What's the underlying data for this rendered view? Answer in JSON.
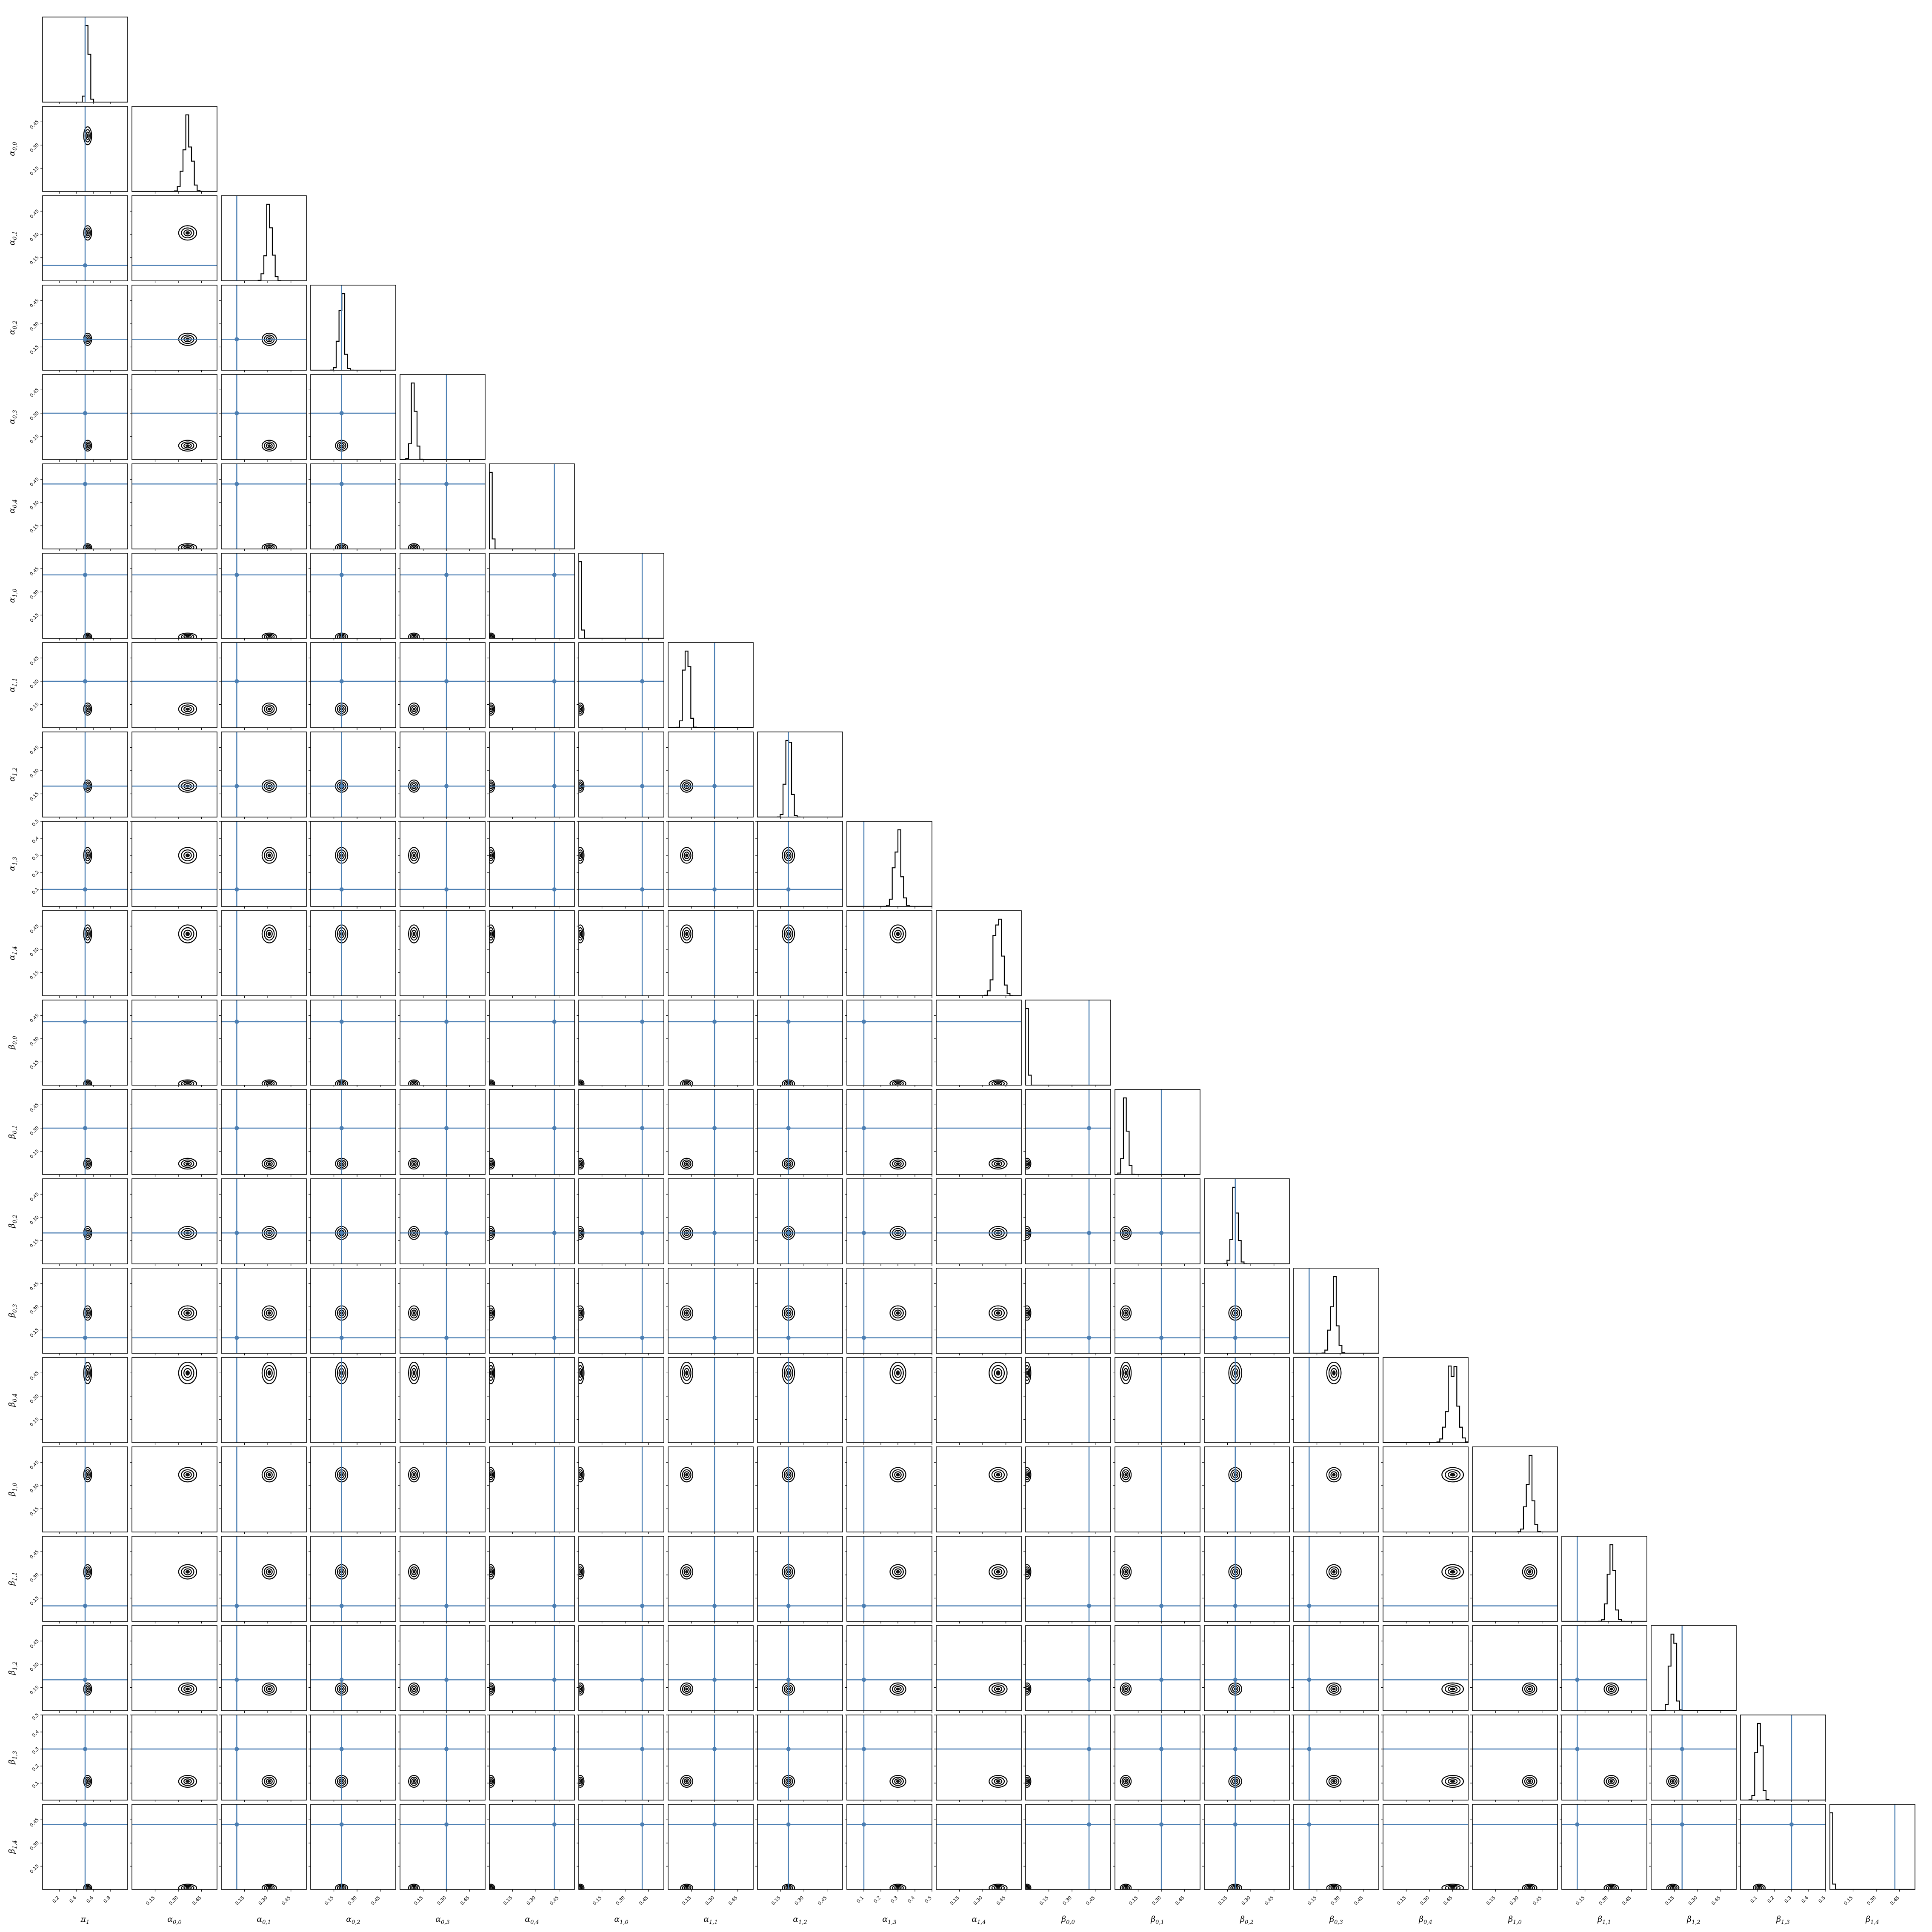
{
  "chart_data": {
    "type": "scatter",
    "layout": "corner-plot",
    "colors": {
      "truth": "#4c7fb3",
      "contours": "#000000",
      "histogram": "#000000"
    },
    "parameters": [
      {
        "label": "π1",
        "base": "π",
        "sub": "1",
        "range": [
          0,
          1.0
        ],
        "ticks": [
          0.2,
          0.4,
          0.6,
          0.8
        ],
        "tick_labels": [
          "0.2",
          "0.4",
          "0.6",
          "0.8"
        ],
        "truth": 0.5,
        "mean": 0.53,
        "sd": 0.02
      },
      {
        "label": "α0,0",
        "base": "α",
        "sub": "0,0",
        "range": [
          0,
          0.55
        ],
        "ticks": [
          0.15,
          0.3,
          0.45
        ],
        "tick_labels": [
          "0.15",
          "0.30",
          "0.45"
        ],
        "truth": null,
        "mean": 0.36,
        "sd": 0.025
      },
      {
        "label": "α0,1",
        "base": "α",
        "sub": "0,1",
        "range": [
          0,
          0.55
        ],
        "ticks": [
          0.15,
          0.3,
          0.45
        ],
        "tick_labels": [
          "0.15",
          "0.30",
          "0.45"
        ],
        "truth": 0.1,
        "mean": 0.31,
        "sd": 0.02
      },
      {
        "label": "α0,2",
        "base": "α",
        "sub": "0,2",
        "range": [
          0,
          0.55
        ],
        "ticks": [
          0.15,
          0.3,
          0.45
        ],
        "tick_labels": [
          "0.15",
          "0.30",
          "0.45"
        ],
        "truth": 0.2,
        "mean": 0.2,
        "sd": 0.017
      },
      {
        "label": "α0,3",
        "base": "α",
        "sub": "0,3",
        "range": [
          0,
          0.55
        ],
        "ticks": [
          0.15,
          0.3,
          0.45
        ],
        "tick_labels": [
          "0.15",
          "0.30",
          "0.45"
        ],
        "truth": 0.3,
        "mean": 0.09,
        "sd": 0.015
      },
      {
        "label": "α0,4",
        "base": "α",
        "sub": "0,4",
        "range": [
          0,
          0.55
        ],
        "ticks": [
          0.15,
          0.3,
          0.45
        ],
        "tick_labels": [
          "0.15",
          "0.30",
          "0.45"
        ],
        "truth": 0.42,
        "mean": 0.01,
        "sd": 0.008
      },
      {
        "label": "α1,0",
        "base": "α",
        "sub": "1,0",
        "range": [
          0,
          0.55
        ],
        "ticks": [
          0.15,
          0.3,
          0.45
        ],
        "tick_labels": [
          "0.15",
          "0.30",
          "0.45"
        ],
        "truth": 0.41,
        "mean": 0.01,
        "sd": 0.008
      },
      {
        "label": "α1,1",
        "base": "α",
        "sub": "1,1",
        "range": [
          0,
          0.55
        ],
        "ticks": [
          0.15,
          0.3,
          0.45
        ],
        "tick_labels": [
          "0.15",
          "0.30",
          "0.45"
        ],
        "truth": 0.3,
        "mean": 0.12,
        "sd": 0.017
      },
      {
        "label": "α1,2",
        "base": "α",
        "sub": "1,2",
        "range": [
          0,
          0.55
        ],
        "ticks": [
          0.15,
          0.3,
          0.45
        ],
        "tick_labels": [
          "0.15",
          "0.30",
          "0.45"
        ],
        "truth": 0.2,
        "mean": 0.2,
        "sd": 0.017
      },
      {
        "label": "α1,3",
        "base": "α",
        "sub": "1,3",
        "range": [
          0,
          0.5
        ],
        "ticks": [
          0.1,
          0.2,
          0.3,
          0.4,
          0.5
        ],
        "tick_labels": [
          "0.1",
          "0.2",
          "0.3",
          "0.4",
          "0.5"
        ],
        "truth": 0.1,
        "mean": 0.3,
        "sd": 0.02
      },
      {
        "label": "α1,4",
        "base": "α",
        "sub": "1,4",
        "range": [
          0,
          0.55
        ],
        "ticks": [
          0.15,
          0.3,
          0.45
        ],
        "tick_labels": [
          "0.15",
          "0.30",
          "0.45"
        ],
        "truth": null,
        "mean": 0.4,
        "sd": 0.025
      },
      {
        "label": "β0,0",
        "base": "β",
        "sub": "0,0",
        "range": [
          0,
          0.55
        ],
        "ticks": [
          0.15,
          0.3,
          0.45
        ],
        "tick_labels": [
          "0.15",
          "0.30",
          "0.45"
        ],
        "truth": 0.41,
        "mean": 0.01,
        "sd": 0.008
      },
      {
        "label": "β0,1",
        "base": "β",
        "sub": "0,1",
        "range": [
          0,
          0.55
        ],
        "ticks": [
          0.15,
          0.3,
          0.45
        ],
        "tick_labels": [
          "0.15",
          "0.30",
          "0.45"
        ],
        "truth": 0.3,
        "mean": 0.07,
        "sd": 0.015
      },
      {
        "label": "β0,2",
        "base": "β",
        "sub": "0,2",
        "range": [
          0,
          0.55
        ],
        "ticks": [
          0.15,
          0.3,
          0.45
        ],
        "tick_labels": [
          "0.15",
          "0.30",
          "0.45"
        ],
        "truth": 0.2,
        "mean": 0.2,
        "sd": 0.018
      },
      {
        "label": "β0,3",
        "base": "β",
        "sub": "0,3",
        "range": [
          0,
          0.55
        ],
        "ticks": [
          0.15,
          0.3,
          0.45
        ],
        "tick_labels": [
          "0.15",
          "0.30",
          "0.45"
        ],
        "truth": 0.1,
        "mean": 0.26,
        "sd": 0.02
      },
      {
        "label": "β0,4",
        "base": "β",
        "sub": "0,4",
        "range": [
          0,
          0.55
        ],
        "ticks": [
          0.15,
          0.3,
          0.45
        ],
        "tick_labels": [
          "0.15",
          "0.30",
          "0.45"
        ],
        "truth": null,
        "mean": 0.45,
        "sd": 0.03
      },
      {
        "label": "β1,0",
        "base": "β",
        "sub": "1,0",
        "range": [
          0,
          0.55
        ],
        "ticks": [
          0.15,
          0.3,
          0.45
        ],
        "tick_labels": [
          "0.15",
          "0.30",
          "0.45"
        ],
        "truth": null,
        "mean": 0.37,
        "sd": 0.02
      },
      {
        "label": "β1,1",
        "base": "β",
        "sub": "1,1",
        "range": [
          0,
          0.55
        ],
        "ticks": [
          0.15,
          0.3,
          0.45
        ],
        "tick_labels": [
          "0.15",
          "0.30",
          "0.45"
        ],
        "truth": 0.1,
        "mean": 0.32,
        "sd": 0.02
      },
      {
        "label": "β1,2",
        "base": "β",
        "sub": "1,2",
        "range": [
          0,
          0.55
        ],
        "ticks": [
          0.15,
          0.3,
          0.45
        ],
        "tick_labels": [
          "0.15",
          "0.30",
          "0.45"
        ],
        "truth": 0.2,
        "mean": 0.14,
        "sd": 0.017
      },
      {
        "label": "β1,3",
        "base": "β",
        "sub": "1,3",
        "range": [
          0,
          0.5
        ],
        "ticks": [
          0.1,
          0.2,
          0.3,
          0.4,
          0.5
        ],
        "tick_labels": [
          "0.1",
          "0.2",
          "0.3",
          "0.4",
          "0.5"
        ],
        "truth": 0.3,
        "mean": 0.11,
        "sd": 0.015
      },
      {
        "label": "β1,4",
        "base": "β",
        "sub": "1,4",
        "range": [
          0,
          0.55
        ],
        "ticks": [
          0.15,
          0.3,
          0.45
        ],
        "tick_labels": [
          "0.15",
          "0.30",
          "0.45"
        ],
        "truth": 0.42,
        "mean": 0.01,
        "sd": 0.008
      }
    ]
  }
}
